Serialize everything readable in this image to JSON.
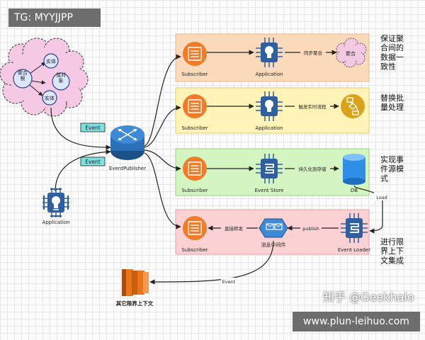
{
  "watermarks": {
    "tg": "TG: MYYJJPP",
    "zhihu": "知乎 @Geekhalo",
    "site": "www.plun-leihuo.com"
  },
  "aggregate_cloud": {
    "center": "聚合\n根",
    "entity_top": "实体",
    "value_object": "值对\n象",
    "entity_bottom": "实体"
  },
  "source_app": {
    "label": "Application",
    "icon": "lightbulb-chip-icon"
  },
  "publisher": {
    "label": "EventPublisher",
    "icon": "router-icon"
  },
  "edges": {
    "event_1": "Event",
    "event_2": "Event",
    "load": "Load",
    "event_bottom": "Event"
  },
  "lanes": [
    {
      "subscriber": "Subscriber",
      "processor": "Application",
      "arrow": "同步聚合",
      "target": "聚合",
      "title": "保证聚\n合间的\n数据一\n致性",
      "fill": "#fbd9bb",
      "border": "#e9b88b"
    },
    {
      "subscriber": "Subscriber",
      "processor": "Application",
      "arrow": "触发实时流程",
      "title": "替换批\n量处理",
      "fill": "#fff3b8",
      "border": "#e6cf6a"
    },
    {
      "subscriber": "Subscriber",
      "processor": "Event Store",
      "arrow": "持久化到存储",
      "target": "DB",
      "title": "实现事\n件源模\n式",
      "fill": "#d4f5c2",
      "border": "#9ccf82"
    },
    {
      "subscriber": "Subscriber",
      "middleware": "消息中间件",
      "loader": "Event Loader",
      "arrow_left": "直接转发",
      "arrow_right": "publish",
      "title": "进行限\n界上下\n文集成",
      "fill": "#fbd1d4",
      "border": "#e8a2a8"
    }
  ],
  "bottom_target": {
    "label": "其它限界上下文",
    "icon": "aws-stack-icon"
  },
  "colors": {
    "chip_blue": "#2f5f9e",
    "subscriber_orange": "#f07c2a",
    "cloud_pink": "#f5c9e4",
    "event_tag": "#7fe0e0",
    "flowchart_gold": "#d9a21c",
    "db_blue": "#2f8fe6",
    "stack_orange": "#e8751c"
  }
}
